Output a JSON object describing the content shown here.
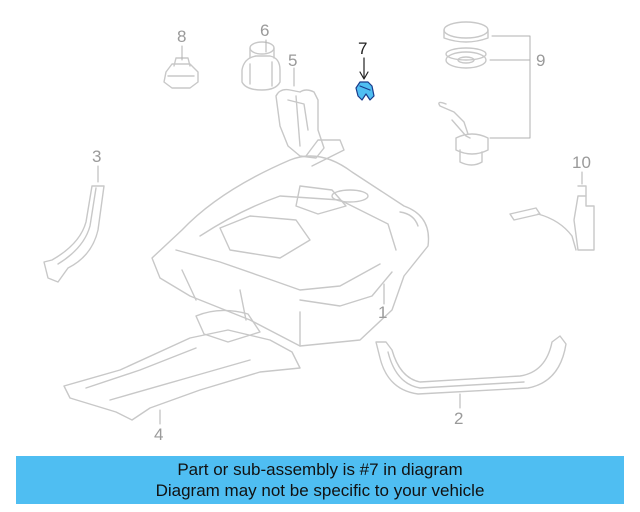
{
  "diagram": {
    "highlight_color": "#4fbef2",
    "callouts": [
      {
        "label": "1",
        "part": "fuel-tank"
      },
      {
        "label": "2",
        "part": "tank-strap-lower"
      },
      {
        "label": "3",
        "part": "tank-strap-left"
      },
      {
        "label": "4",
        "part": "heat-shield"
      },
      {
        "label": "5",
        "part": "filler-neck-fitting"
      },
      {
        "label": "6",
        "part": "vent-valve"
      },
      {
        "label": "7",
        "part": "clip"
      },
      {
        "label": "8",
        "part": "cap-fitting"
      },
      {
        "label": "9",
        "part": "sender-assembly"
      },
      {
        "label": "10",
        "part": "level-sensor"
      }
    ]
  },
  "banner": {
    "line1": "Part or sub-assembly is #7 in diagram",
    "line2": "Diagram may not be specific to your vehicle",
    "bg_color": "#4fbef2"
  }
}
